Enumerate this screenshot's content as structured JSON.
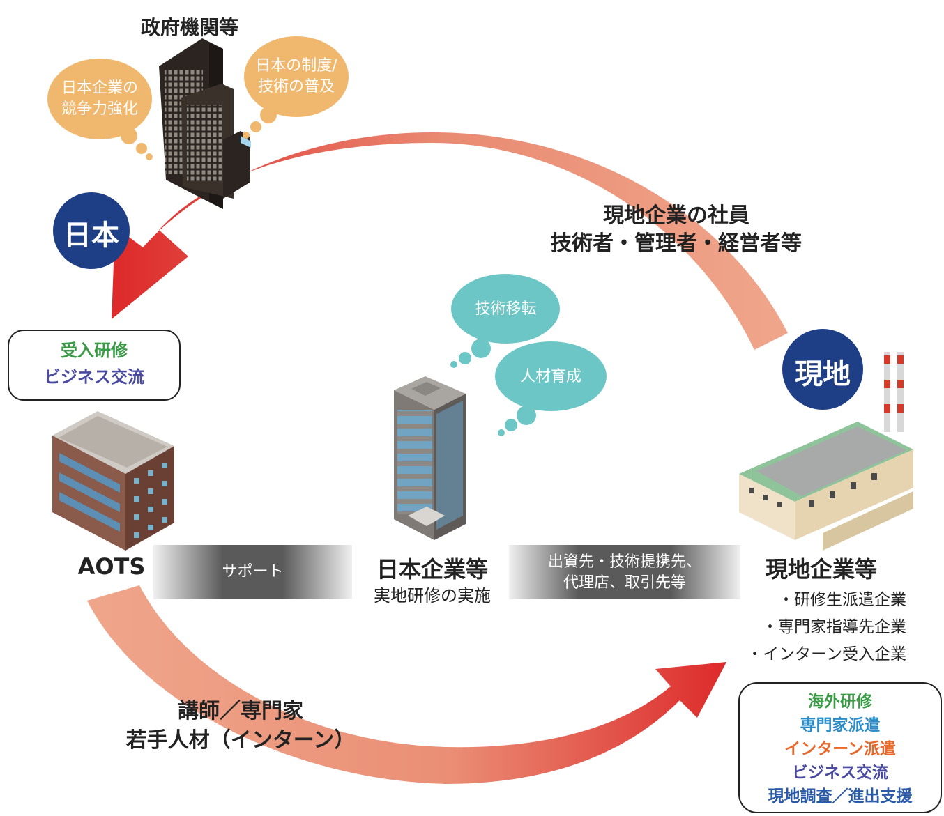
{
  "gov": {
    "title": "政府機関等",
    "bubble_left": [
      "日本企業の",
      "競争力強化"
    ],
    "bubble_right": [
      "日本の制度/",
      "技術の普及"
    ]
  },
  "badges": {
    "japan": "日本",
    "local": "現地"
  },
  "top_arrow_label": [
    "現地企業の社員",
    "技術者・管理者・経営者等"
  ],
  "bottom_arrow_label": [
    "講師／専門家",
    "若手人材（インターン）"
  ],
  "center_bubbles": [
    "技術移転",
    "人材育成"
  ],
  "aots": {
    "name": "AOTS",
    "box_lines": [
      {
        "text": "受入研修",
        "color": "#3a9a45"
      },
      {
        "text": "ビジネス交流",
        "color": "#4a4aa0"
      }
    ]
  },
  "bands": {
    "left": "サポート",
    "right": [
      "出資先・技術提携先、",
      "代理店、取引先等"
    ]
  },
  "japan_company": {
    "name": "日本企業等",
    "sub": "実地研修の実施"
  },
  "local_company": {
    "name": "現地企業等",
    "items": [
      "・研修生派遣企業",
      "・専門家指導先企業",
      "・インターン受入企業"
    ],
    "box_lines": [
      {
        "text": "海外研修",
        "color": "#3a9a45"
      },
      {
        "text": "専門家派遣",
        "color": "#2a8cc8"
      },
      {
        "text": "インターン派遣",
        "color": "#e8672a"
      },
      {
        "text": "ビジネス交流",
        "color": "#4a4aa0"
      },
      {
        "text": "現地調査／進出支援",
        "color": "#2a5aa8"
      }
    ]
  },
  "colors": {
    "badge": "#1e3f85",
    "bubble_orange": "#f0b86e",
    "bubble_teal": "#6cc6c6",
    "arrow_dark": "#dd2b2b",
    "arrow_light": "#efa58a"
  }
}
